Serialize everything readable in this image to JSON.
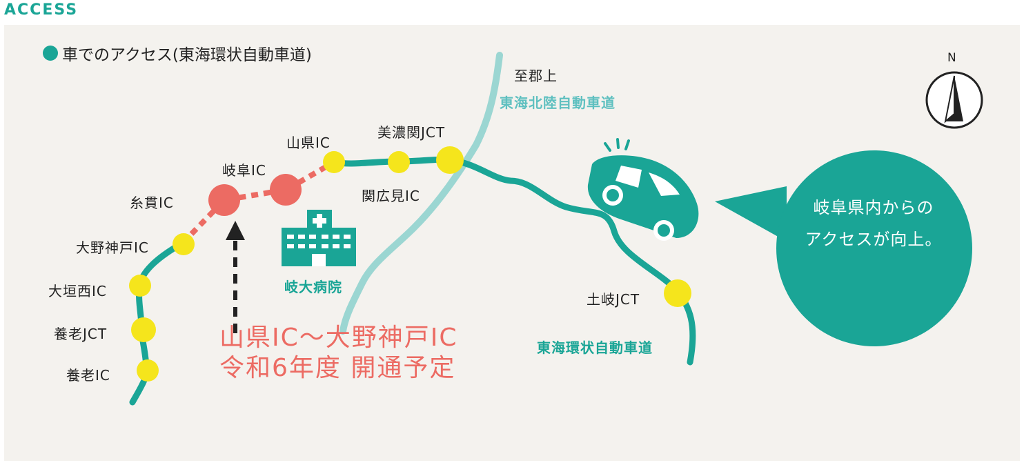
{
  "header": {
    "title": "ACCESS"
  },
  "legend": {
    "label": "車でのアクセス(東海環状自動車道)"
  },
  "roads": {
    "tokai_hokuriku": "東海北陸自動車道",
    "to_gujo": "至郡上",
    "tokai_kanjo": "東海環状自動車道"
  },
  "interchanges": {
    "yoro_ic": "養老IC",
    "yoro_jct": "養老JCT",
    "ogaki_nishi_ic": "大垣西IC",
    "ono_kobe_ic": "大野神戸IC",
    "itonuki_ic": "糸貫IC",
    "gifu_ic": "岐阜IC",
    "yamagata_ic": "山県IC",
    "seki_hiromi_ic": "関広見IC",
    "mino_seki_jct": "美濃関JCT",
    "toki_jct": "土岐JCT"
  },
  "hospital": {
    "label": "岐大病院"
  },
  "announcement": {
    "line1": "山県IC〜大野神戸IC",
    "line2": "令和6年度 開通予定"
  },
  "bubble": {
    "line1": "岐阜県内からの",
    "line2": "アクセスが向上。"
  },
  "compass": {
    "label": "N"
  },
  "colors": {
    "accent": "#1aa596",
    "light_road": "#9bd6d2",
    "new_section": "#ec6b63",
    "ic_marker": "#f5e51c",
    "background": "#f4f2ee"
  }
}
